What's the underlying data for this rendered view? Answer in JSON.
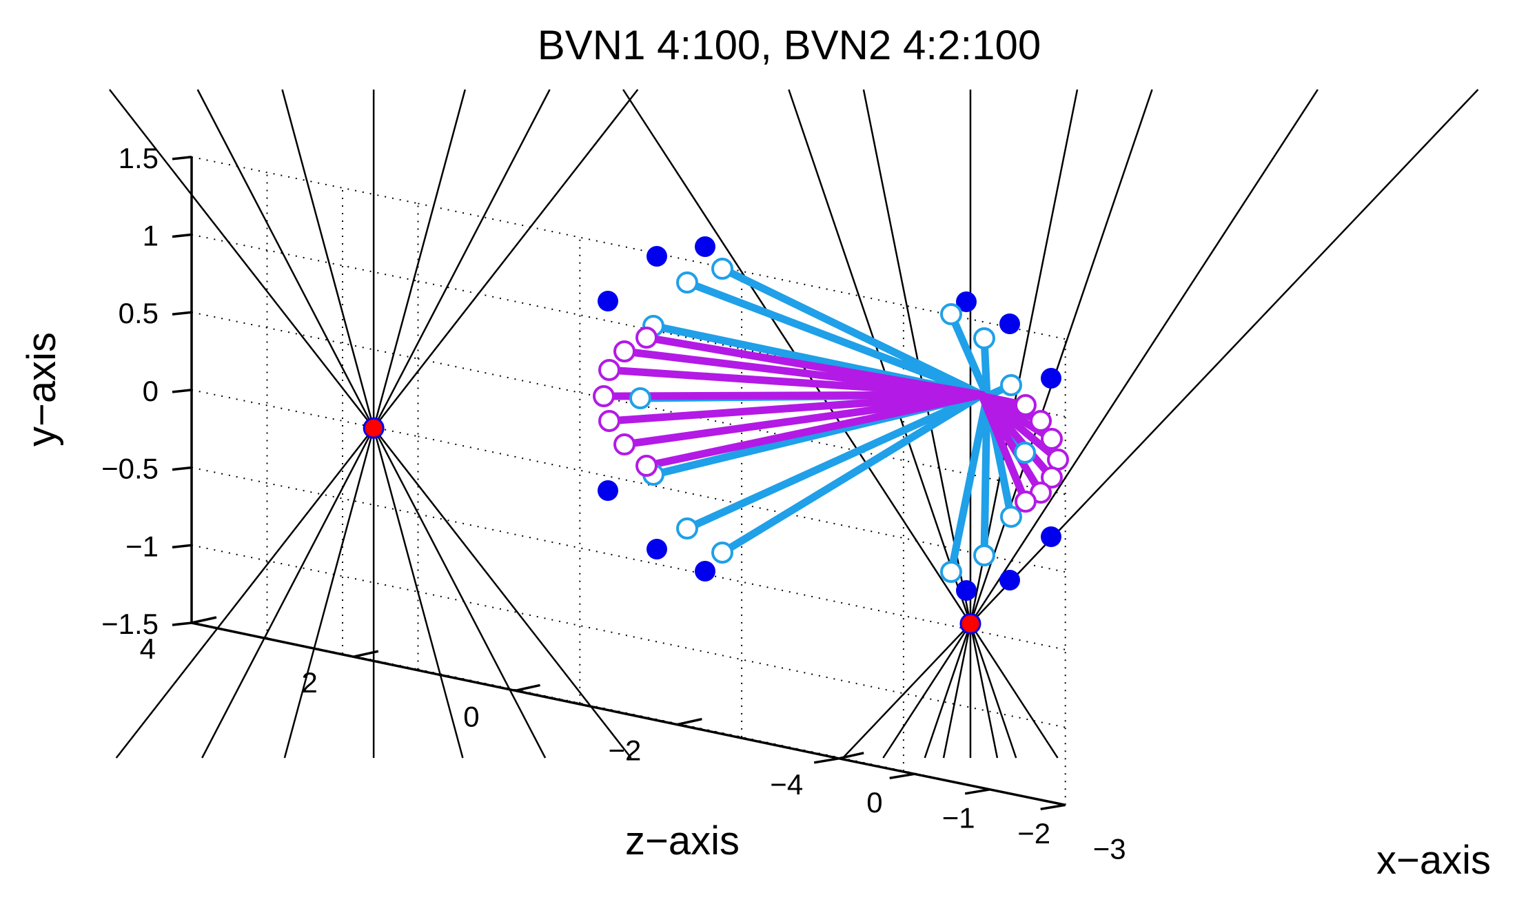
{
  "chart_data": {
    "type": "scatter",
    "title": "BVN1 4:100, BVN2 4:2:100",
    "xlabel": "x−axis",
    "ylabel": "y−axis",
    "zlabel": "z−axis",
    "y_ticks": [
      "1.5",
      "1",
      "0.5",
      "0",
      "−0.5",
      "−1",
      "−1.5"
    ],
    "z_ticks": [
      "4",
      "2",
      "0",
      "−2",
      "−4"
    ],
    "x_ticks": [
      "0",
      "−1",
      "−2",
      "−3"
    ],
    "ylim": [
      -1.5,
      1.5
    ],
    "zlim": [
      -4,
      4
    ],
    "xlim": [
      -3,
      0
    ],
    "grid": true,
    "colors": {
      "axis": "#000000",
      "grid": "#000000",
      "ray": "#000000",
      "blue_marker": "#0000ee",
      "cyan_segment": "#1fa0e8",
      "magenta_segment": "#b31ae6",
      "red_marker": "#ff0000",
      "open_marker_face": "#ffffff"
    },
    "series": [
      {
        "kind": "focus",
        "color": "#ff0000",
        "x": [
          0,
          -2.6
        ],
        "y": [
          0.0,
          -0.46
        ],
        "z": [
          1.75,
          -3.2
        ]
      },
      {
        "kind": "filled-markers",
        "color": "#0000ee",
        "y": [
          0.55,
          0.85,
          0.92,
          -0.66,
          -1.05,
          -1.19,
          0.55,
          0.4,
          0.05,
          -0.95,
          -1.25,
          -1.22
        ],
        "z": [
          1.4,
          0.95,
          0.6,
          1.4,
          0.95,
          0.6,
          -1.8,
          -2.1,
          -2.4,
          -2.4,
          -1.8,
          -2.1
        ]
      },
      {
        "kind": "cyan-segments",
        "color": "#1fa0e8",
        "center_yz": [
          -0.02,
          -1.6
        ],
        "end_y": [
          0.74,
          0.66,
          0.38,
          -0.07,
          -0.57,
          -0.91,
          -1.08,
          0.47,
          0.3,
          0.0,
          -0.43,
          -0.85,
          -1.1,
          -1.18
        ],
        "end_z": [
          0.55,
          0.8,
          1.2,
          1.3,
          1.2,
          0.8,
          0.55,
          -1.7,
          -1.9,
          -2.1,
          -2.1,
          -2.1,
          -1.9,
          -1.7
        ]
      },
      {
        "kind": "magenta-segments",
        "color": "#b31ae6",
        "center_yz": [
          -0.02,
          -1.6
        ],
        "end_y": [
          0.31,
          0.23,
          0.11,
          -0.04,
          -0.2,
          -0.35,
          -0.5,
          -0.12,
          -0.19,
          -0.28,
          -0.4,
          -0.48,
          -0.52,
          -0.44
        ],
        "end_z": [
          1.1,
          1.3,
          1.45,
          1.5,
          1.45,
          1.3,
          1.1,
          -2.3,
          -2.5,
          -2.6,
          -2.7,
          -2.6,
          -2.5,
          -2.4
        ]
      }
    ]
  }
}
